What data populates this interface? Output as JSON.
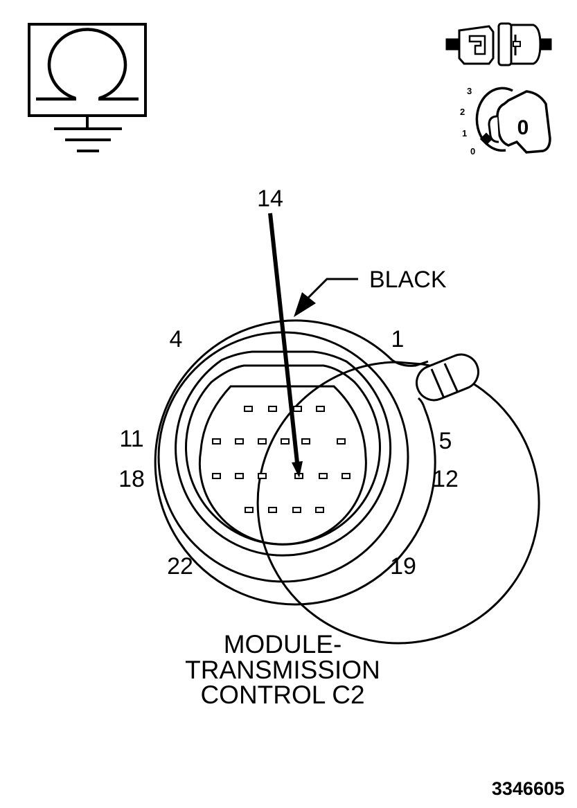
{
  "diagram": {
    "title_lines": [
      "MODULE-",
      "TRANSMISSION",
      "CONTROL C2"
    ],
    "callout_label": "BLACK",
    "pointer_label": "14",
    "pin_labels": {
      "p1": "1",
      "p4": "4",
      "p5": "5",
      "p11": "11",
      "p12": "12",
      "p18": "18",
      "p19": "19",
      "p22": "22"
    },
    "figure_id": "3346605",
    "ignition_key": {
      "positions": [
        "3",
        "2",
        "1",
        "0"
      ],
      "selected": "0"
    },
    "icons": {
      "meter": "ohmmeter-ground-icon",
      "connector": "disconnected-connector-icon",
      "key": "ignition-key-off-icon"
    }
  }
}
